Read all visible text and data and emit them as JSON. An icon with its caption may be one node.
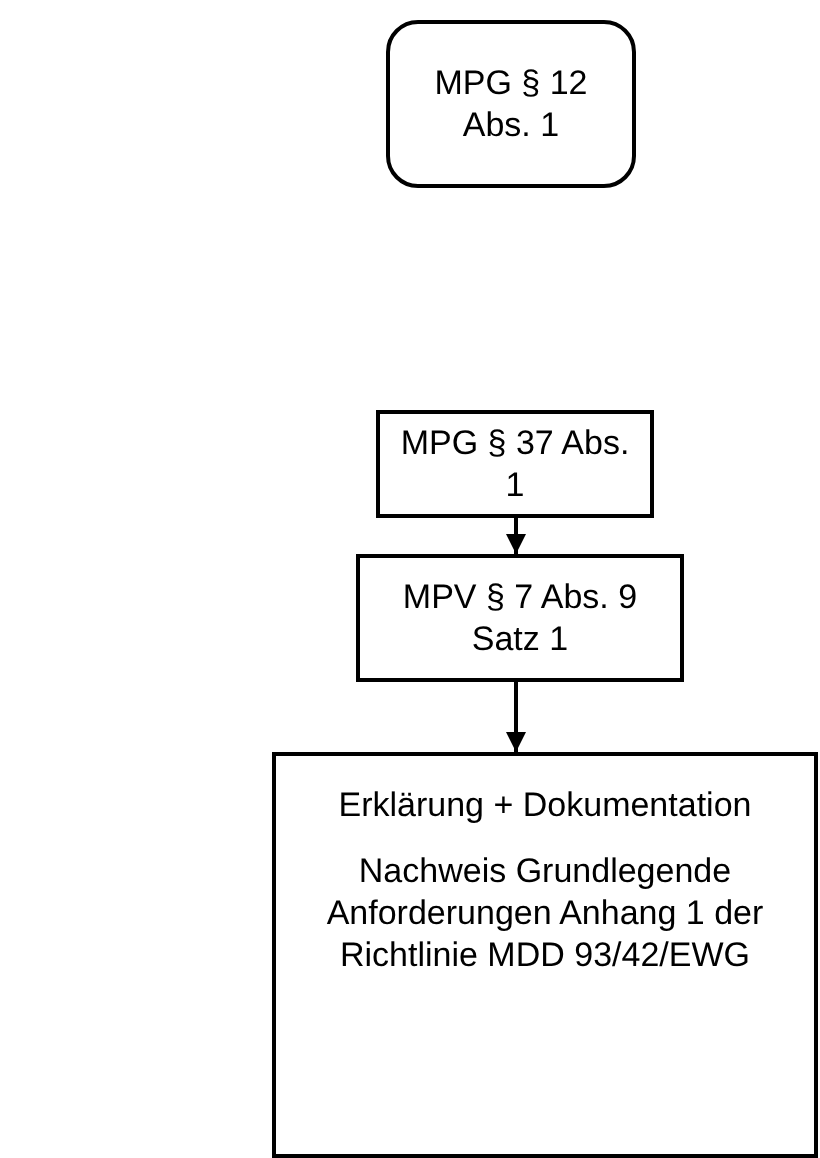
{
  "diagram": {
    "nodes": [
      {
        "text": [
          "MPG § 12 Abs. 1"
        ]
      },
      {
        "text": [
          "MPG § 37 Abs. 1"
        ]
      },
      {
        "text": [
          "MPV § 7 Abs. 9 Satz 1"
        ]
      },
      {
        "text": [
          "Erklärung + Dokumentation",
          "Nachweis Grundlegende Anforderungen Anhang 1 der Richtlinie MDD 93/42/EWG"
        ]
      }
    ],
    "edges": [
      {
        "from": 1,
        "to": 2,
        "arrow": "to"
      },
      {
        "from": 2,
        "to": 3,
        "arrow": "to"
      }
    ]
  }
}
